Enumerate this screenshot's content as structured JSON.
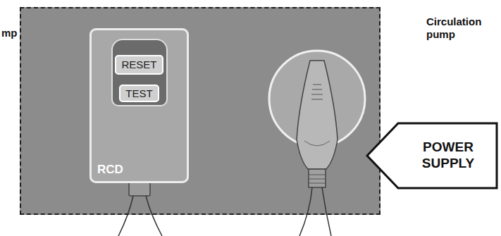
{
  "diagram": {
    "nodes": [
      {
        "text": [
          "Circulation pump"
        ]
      },
      {
        "text": [
          "RCD"
        ],
        "in": 0
      },
      {
        "text": [
          "RESET"
        ],
        "in": 1
      },
      {
        "text": [
          "TEST"
        ],
        "in": 1
      },
      {
        "text": [
          "POWER SUPPLY"
        ]
      }
    ],
    "labels": [
      "mp"
    ]
  }
}
